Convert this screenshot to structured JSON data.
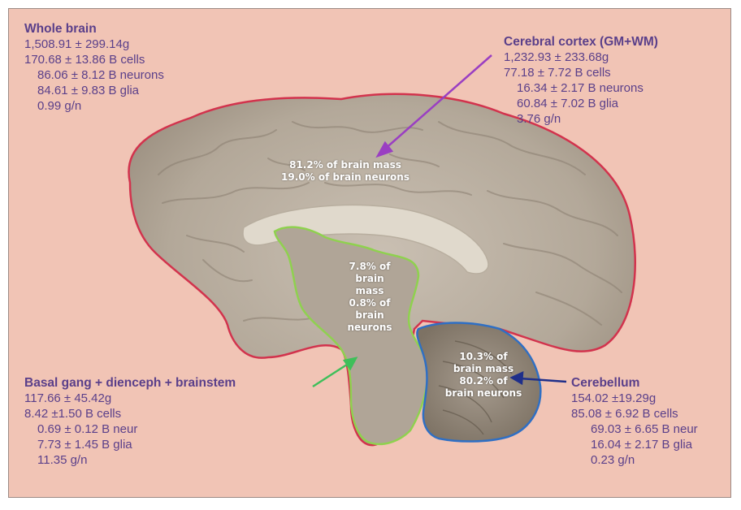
{
  "whole_brain": {
    "title": "Whole brain",
    "lines": [
      "1,508.91 ± 299.14g",
      "170.68 ± 13.86 B cells",
      "86.06 ± 8.12 B neurons",
      "84.61 ± 9.83 B glia",
      "0.99 g/n"
    ]
  },
  "cerebral_cortex": {
    "title": "Cerebral cortex (GM+WM)",
    "lines": [
      "1,232.93 ± 233.68g",
      "77.18 ± 7.72 B cells",
      "16.34 ± 2.17 B neurons",
      "60.84 ± 7.02 B glia",
      "3.76 g/n"
    ],
    "overlay": [
      "81.2% of brain mass",
      "19.0% of brain neurons"
    ]
  },
  "basal": {
    "title": "Basal gang + dienceph + brainstem",
    "lines": [
      "117.66 ± 45.42g",
      "8.42 ±1.50 B cells",
      "0.69 ± 0.12 B neur",
      "7.73 ± 1.45 B glia",
      "11.35 g/n"
    ],
    "overlay": [
      "7.8% of",
      "brain",
      "mass",
      "0.8% of",
      "brain",
      "neurons"
    ]
  },
  "cerebellum": {
    "title": "Cerebellum",
    "lines": [
      "154.02 ±19.29g",
      "85.08 ± 6.92 B cells",
      "69.03 ± 6.65 B neur",
      "16.04 ± 2.17 B glia",
      "0.23 g/n"
    ],
    "overlay": [
      "10.3% of",
      "brain mass",
      "80.2% of",
      "brain neurons"
    ]
  },
  "colors": {
    "background": "#f1c4b5",
    "text": "#5a3f8a",
    "cortex_outline": "#d2334d",
    "basal_outline": "#8fd14f",
    "cerebellum_outline": "#2f6fc4",
    "cortex_arrow": "#9a3fc2",
    "basal_arrow": "#3fbf5a",
    "cerebellum_arrow": "#1f2f8a"
  }
}
